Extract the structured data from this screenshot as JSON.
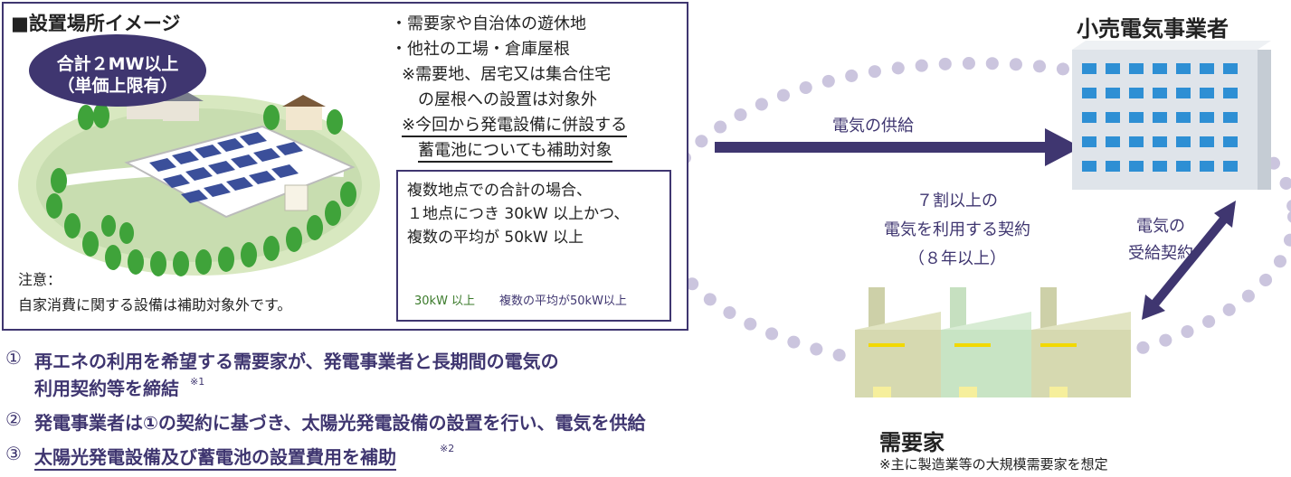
{
  "install": {
    "title": "■設置場所イメージ",
    "capacity_line1": "合計２MW以上",
    "capacity_line2": "（単価上限有）",
    "bullets": [
      "・需要家や自治体の遊休地",
      "・他社の工場・倉庫屋根",
      "※需要地、居宅又は集合住宅",
      "の屋根への設置は対象外",
      "※今回から発電設備に併設する",
      "蓄電池についても補助対象"
    ],
    "multi_site_lines": [
      "複数地点での合計の場合、",
      "１地点につき 30kW 以上かつ、",
      "複数の平均が 50kW 以上"
    ],
    "panel_label_1": "30kW 以上",
    "panel_label_2": "複数の平均が50kW以上",
    "caution_title": "注意：",
    "caution_text": "自家消費に関する設備は補助対象外です。"
  },
  "retailer": {
    "title": "小売電気事業者"
  },
  "supply_label": "電気の供給",
  "contract_lines": [
    "７割以上の",
    "電気を利用する契約",
    "（８年以上）"
  ],
  "receive_lines": [
    "電気の",
    "受給契約"
  ],
  "consumer": {
    "title": "需要家",
    "note": "※主に製造業等の大規模需要家を想定"
  },
  "steps": [
    {
      "num": "①",
      "text": "再エネの利用を希望する需要家が、発電事業者と長期間の電気の",
      "text2": "利用契約等を締結",
      "sup": "※1"
    },
    {
      "num": "②",
      "text": "発電事業者は①の契約に基づき、太陽光発電設備の設置を行い、電気を供給"
    },
    {
      "num": "③",
      "text": "太陽光発電設備及び蓄電池の設置費用を補助",
      "sup": "※2"
    }
  ],
  "colors": {
    "accent": "#3f3670",
    "dots": "#c9c3dc",
    "building": "#2e8fd4",
    "green": "#3fa33a"
  }
}
